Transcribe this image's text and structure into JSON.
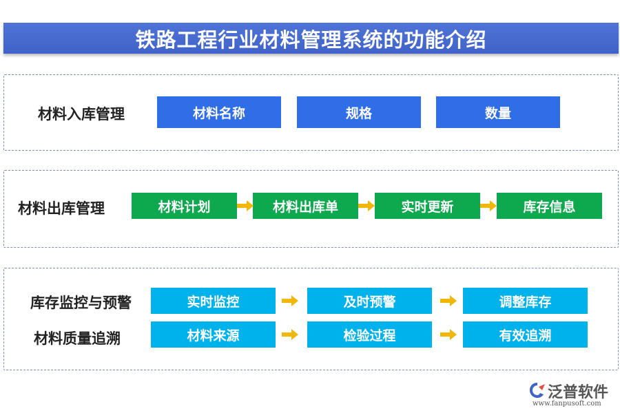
{
  "title": "铁路工程行业材料管理系统的功能介绍",
  "sections": [
    {
      "label": "材料入库管理",
      "items": [
        "材料名称",
        "规格",
        "数量"
      ]
    },
    {
      "label": "材料出库管理",
      "items": [
        "材料计划",
        "材料出库单",
        "实时更新",
        "库存信息"
      ]
    },
    {
      "rows": [
        {
          "label": "库存监控与预警",
          "items": [
            "实时监控",
            "及时预警",
            "调整库存"
          ]
        },
        {
          "label": "材料质量追溯",
          "items": [
            "材料来源",
            "检验过程",
            "有效追溯"
          ]
        }
      ]
    }
  ],
  "logo": {
    "name": "泛普软件",
    "url": "www.fanpusoft.com"
  },
  "colors": {
    "title_bg": "#4169d2",
    "blue": "#2f6ee6",
    "green": "#0ea84f",
    "cyan": "#00b2ec",
    "arrow": "#f2b705",
    "border": "#7a8fc0"
  },
  "icons": [
    "arrow-right-icon",
    "fanpu-logo-icon"
  ]
}
